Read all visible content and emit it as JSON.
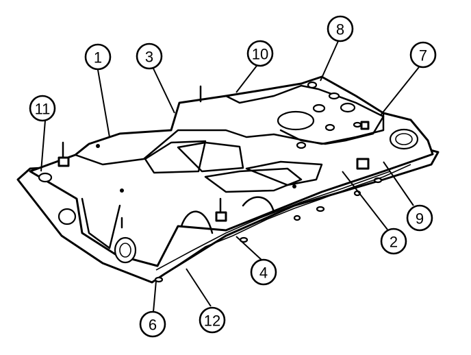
{
  "callouts": [
    "1",
    "2",
    "3",
    "4",
    "6",
    "7",
    "8",
    "9",
    "10",
    "11",
    "12"
  ]
}
